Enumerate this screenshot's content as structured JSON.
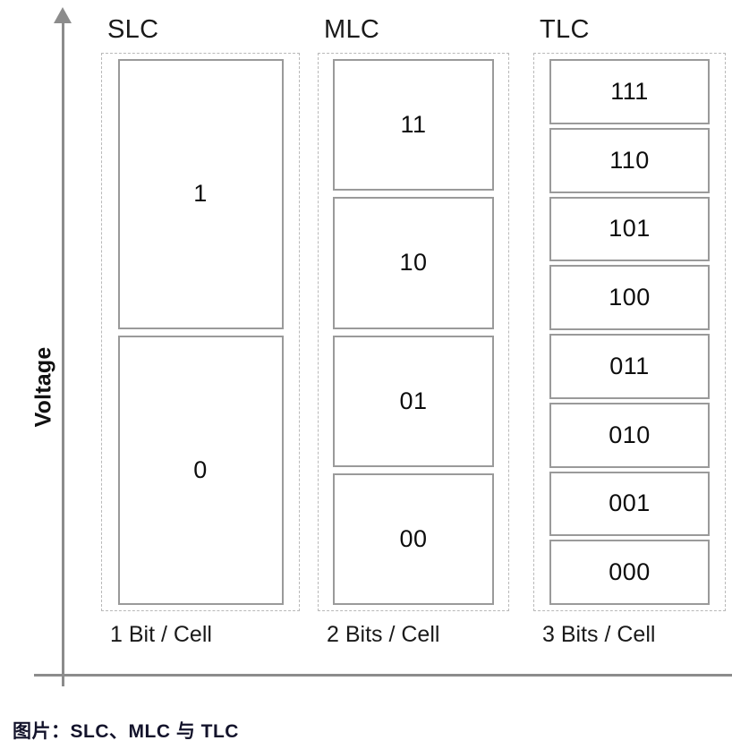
{
  "axis": {
    "y_label": "Voltage",
    "y_arrow_icon": "up-arrow-icon",
    "axis_color": "#8c8c8c"
  },
  "columns": [
    {
      "id": "slc",
      "title": "SLC",
      "footer": "1 Bit / Cell",
      "levels": [
        "1",
        "0"
      ]
    },
    {
      "id": "mlc",
      "title": "MLC",
      "footer": "2 Bits / Cell",
      "levels": [
        "11",
        "10",
        "01",
        "00"
      ]
    },
    {
      "id": "tlc",
      "title": "TLC",
      "footer": "3 Bits / Cell",
      "levels": [
        "111",
        "110",
        "101",
        "100",
        "011",
        "010",
        "001",
        "000"
      ]
    }
  ],
  "caption": "图片：SLC、MLC 与 TLC",
  "colors": {
    "box_border": "#9a9a9a",
    "group_border": "#b9b9b9",
    "text": "#0d0d0d",
    "caption": "#13132b"
  },
  "chart_data": {
    "type": "diagram",
    "title": "SLC, MLC and TLC voltage level distribution",
    "ylabel": "Voltage",
    "categories": [
      "SLC",
      "MLC",
      "TLC"
    ],
    "series": [
      {
        "name": "SLC",
        "bits_per_cell": 1,
        "level_count": 2,
        "levels": [
          "1",
          "0"
        ]
      },
      {
        "name": "MLC",
        "bits_per_cell": 2,
        "level_count": 4,
        "levels": [
          "11",
          "10",
          "01",
          "00"
        ]
      },
      {
        "name": "TLC",
        "bits_per_cell": 3,
        "level_count": 8,
        "levels": [
          "111",
          "110",
          "101",
          "100",
          "011",
          "010",
          "001",
          "000"
        ]
      }
    ],
    "xlabels": [
      "1 Bit / Cell",
      "2 Bits / Cell",
      "3 Bits / Cell"
    ],
    "grid": false,
    "legend": "none"
  }
}
